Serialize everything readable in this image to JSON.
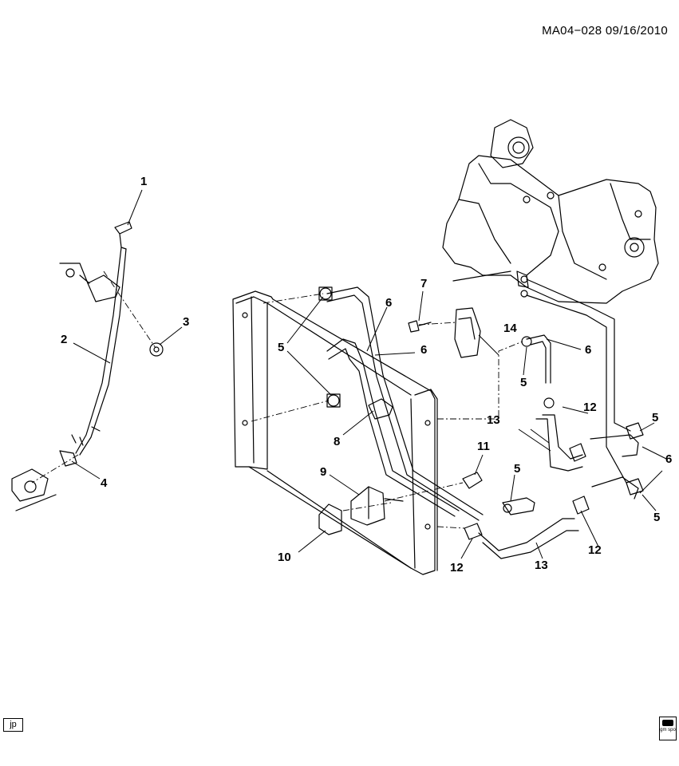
{
  "header": {
    "doc_id": "MA04−028  09/16/2010"
  },
  "callouts": [
    {
      "id": "c1",
      "label": "1"
    },
    {
      "id": "c2",
      "label": "2"
    },
    {
      "id": "c3",
      "label": "3"
    },
    {
      "id": "c4",
      "label": "4"
    },
    {
      "id": "c5a",
      "label": "5"
    },
    {
      "id": "c5b",
      "label": "5"
    },
    {
      "id": "c5c",
      "label": "5"
    },
    {
      "id": "c5d",
      "label": "5"
    },
    {
      "id": "c5e",
      "label": "5"
    },
    {
      "id": "c6a",
      "label": "6"
    },
    {
      "id": "c6b",
      "label": "6"
    },
    {
      "id": "c6c",
      "label": "6"
    },
    {
      "id": "c6d",
      "label": "6"
    },
    {
      "id": "c7",
      "label": "7"
    },
    {
      "id": "c8",
      "label": "8"
    },
    {
      "id": "c9",
      "label": "9"
    },
    {
      "id": "c10",
      "label": "10"
    },
    {
      "id": "c11",
      "label": "11"
    },
    {
      "id": "c12a",
      "label": "12"
    },
    {
      "id": "c12b",
      "label": "12"
    },
    {
      "id": "c12c",
      "label": "12"
    },
    {
      "id": "c13a",
      "label": "13"
    },
    {
      "id": "c13b",
      "label": "13"
    },
    {
      "id": "c14",
      "label": "14"
    }
  ],
  "footer": {
    "badge": "jp",
    "logo_text": "gm spo"
  },
  "colors": {
    "line": "#000000",
    "background": "#ffffff"
  },
  "icons": {
    "logo": "gm-spo-logo-icon"
  }
}
